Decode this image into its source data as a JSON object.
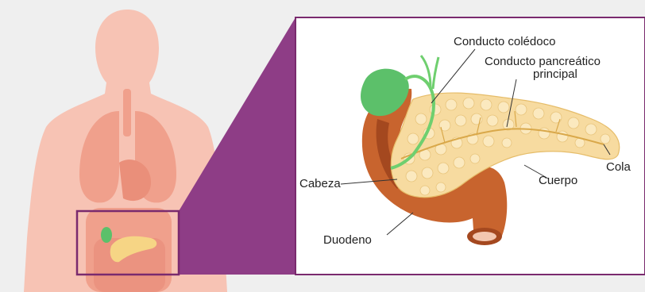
{
  "labels": {
    "common_bile_duct": "Conducto colédoco",
    "main_duct_line1": "Conducto pancreático",
    "main_duct_line2": "principal",
    "head": "Cabeza",
    "body": "Cuerpo",
    "tail": "Cola",
    "duodenum": "Duodeno"
  },
  "colors": {
    "background": "#efefef",
    "silhouette": "#f7c3b4",
    "organs": "#f0a08c",
    "highlight_frame": "#7a2a6e",
    "callout_fill": "#8e3d86",
    "panel_border": "#7a2a6e",
    "panel_bg": "#ffffff",
    "pancreas": "#f7dba0",
    "pancreas_lobule": "#fbe9bf",
    "duodenum": "#c8642e",
    "duodenum_dark": "#a4481f",
    "gallbladder": "#5cc06a",
    "bile_duct": "#6fcf6f",
    "leader_line": "#333333"
  }
}
